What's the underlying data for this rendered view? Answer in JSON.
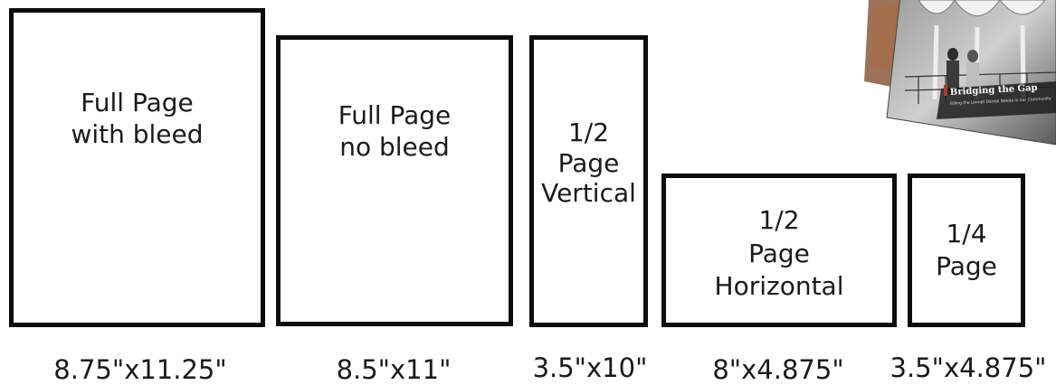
{
  "ad_sizes": [
    {
      "lines": [
        "Full Page",
        "with bleed"
      ],
      "dimension": "8.75\"x11.25\""
    },
    {
      "lines": [
        "Full Page",
        "no bleed"
      ],
      "dimension": "8.5\"x11\""
    },
    {
      "lines": [
        "1/2",
        "Page",
        "Vertical"
      ],
      "dimension": "3.5\"x10\""
    },
    {
      "lines": [
        "1/2",
        "Page",
        "Horizontal"
      ],
      "dimension": "8\"x4.875\""
    },
    {
      "lines": [
        "1/4",
        "Page"
      ],
      "dimension": "3.5\"x4.875\""
    }
  ],
  "brochure": {
    "title": "Bridging the Gap",
    "subtitle": "Filling the Unmet Dental Needs in our Community"
  },
  "colors": {
    "border": "#0d0d0d",
    "text": "#1a1a1a",
    "brochure_banner": "#b3392f"
  }
}
